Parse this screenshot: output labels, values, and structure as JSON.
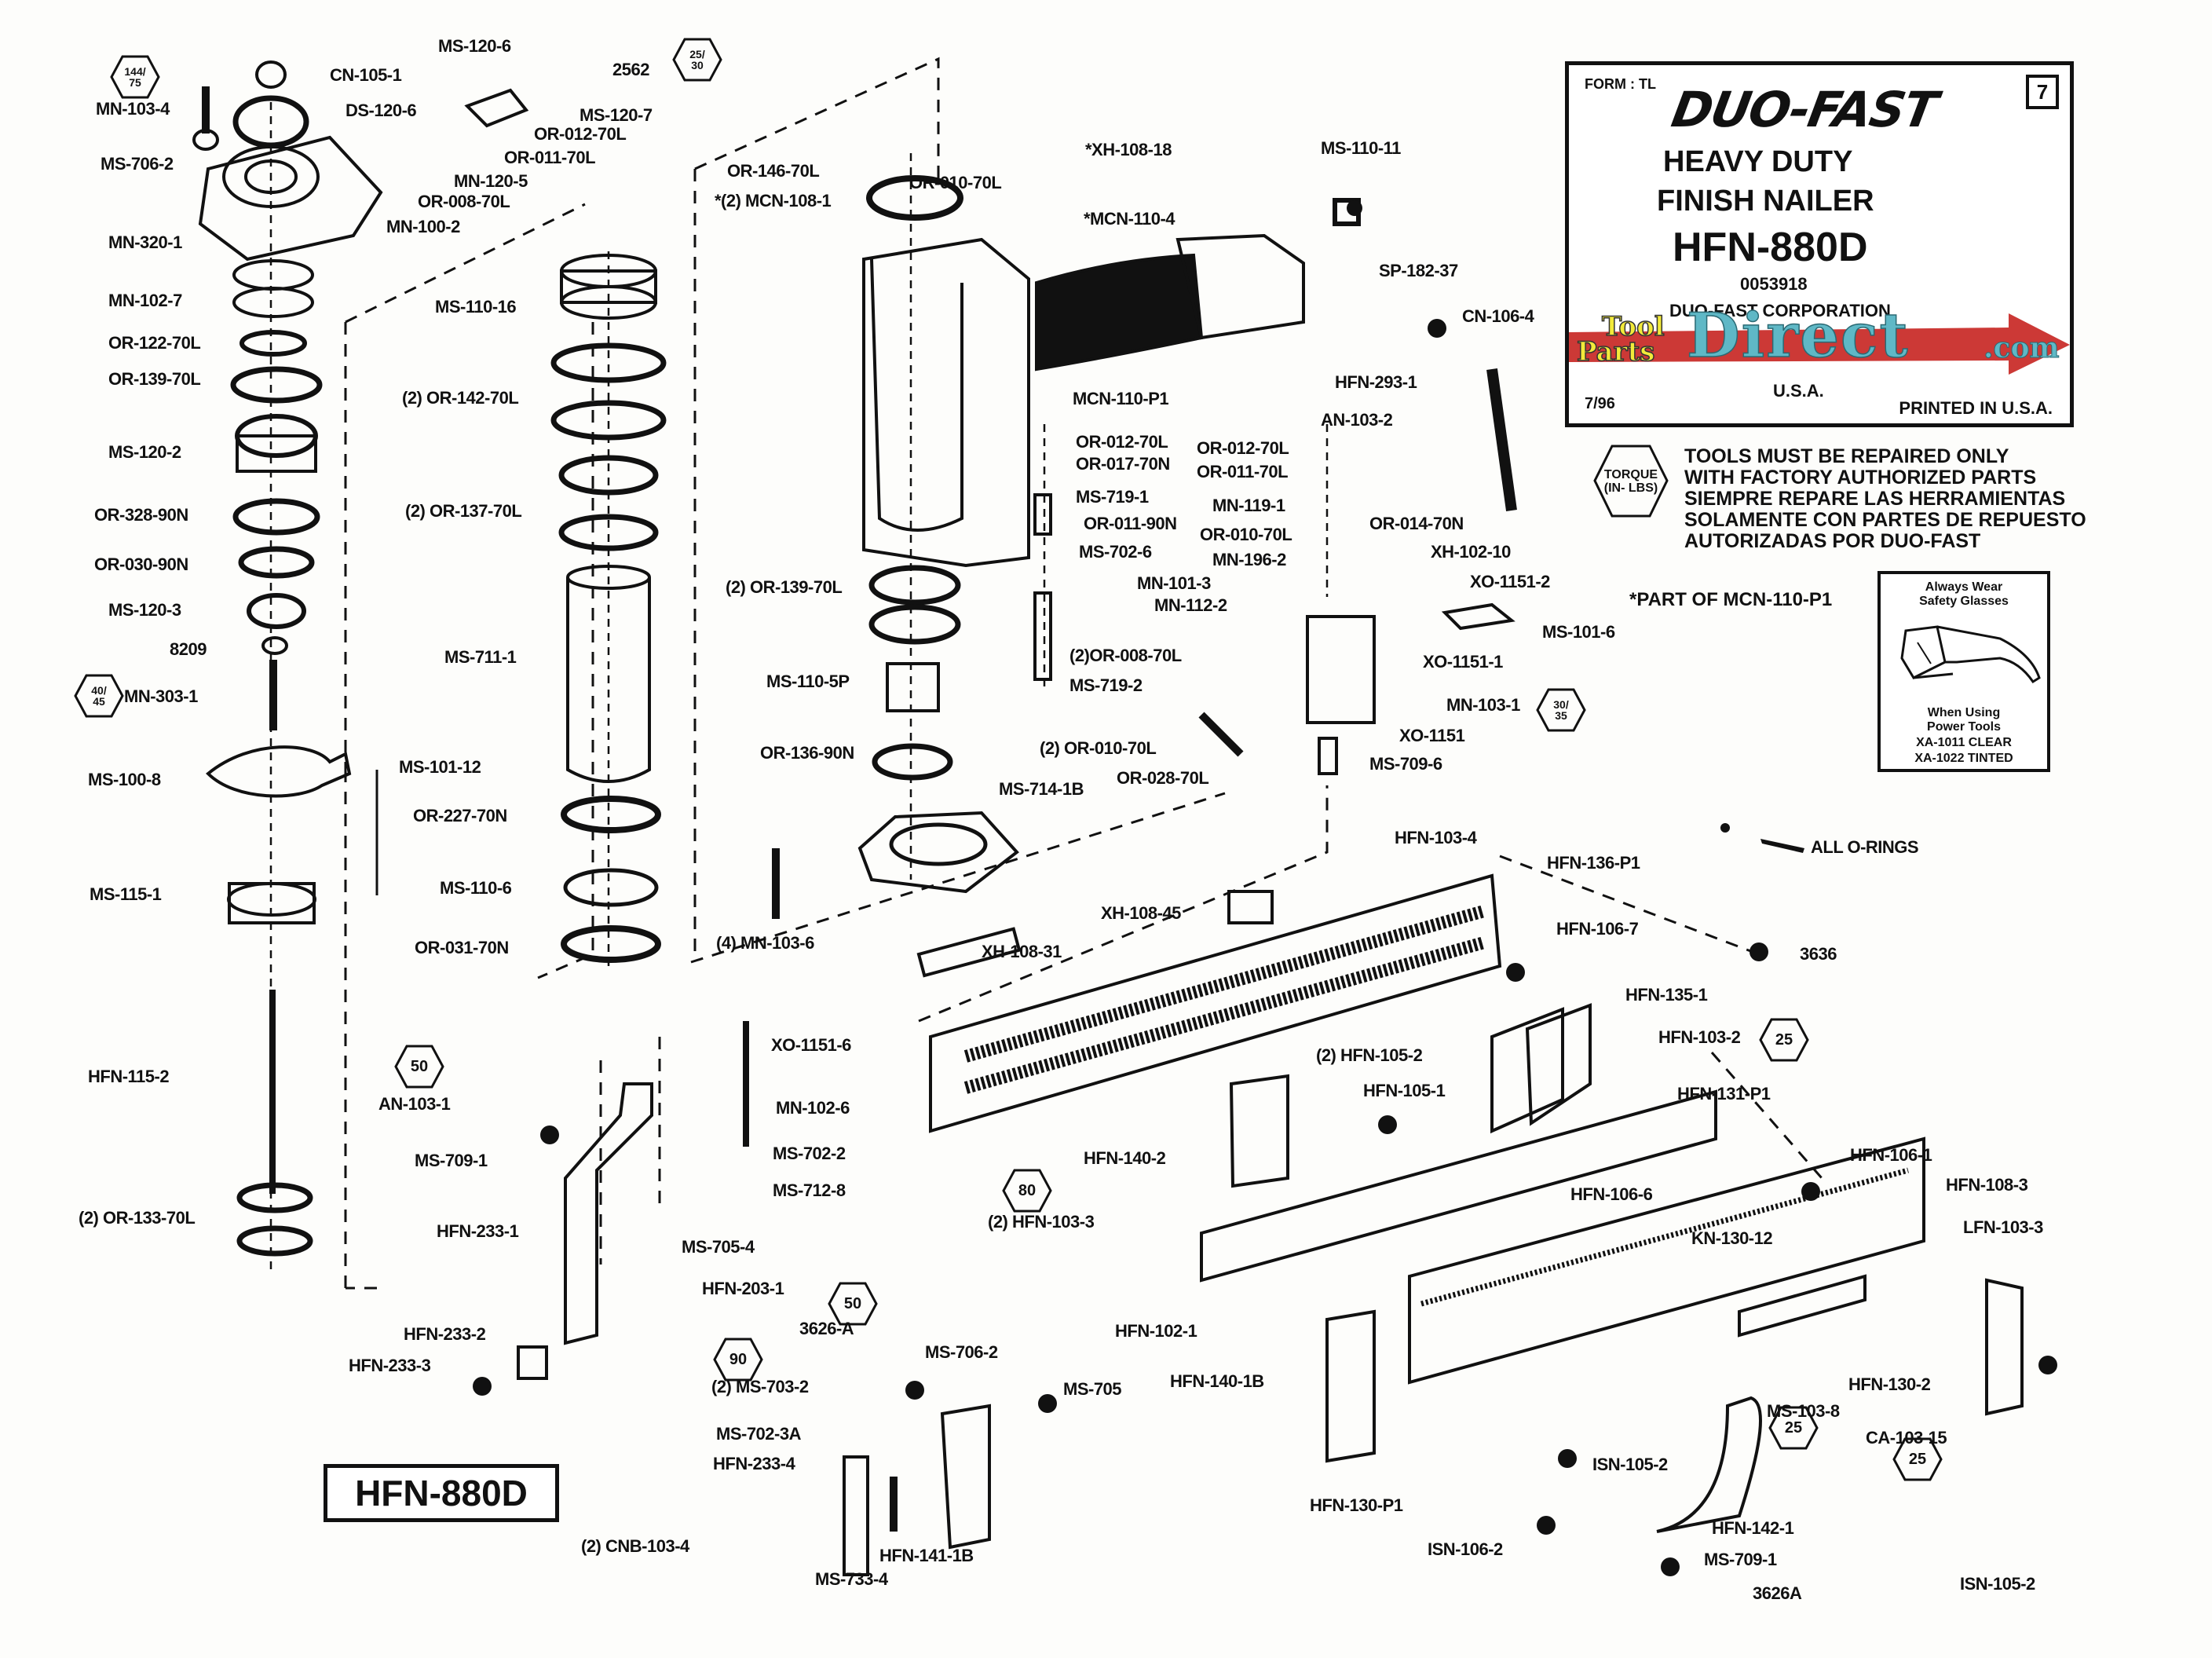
{
  "diagram": {
    "type": "exploded-parts-diagram",
    "model_box": "HFN-880D",
    "title_block": {
      "form": "FORM : TL",
      "sheet_number": "7",
      "brand": "DUO-FAST",
      "line1": "HEAVY DUTY",
      "line2": "FINISH NAILER",
      "model": "HFN-880D",
      "code": "0053918",
      "corporation": "DUO-FAST CORPORATION",
      "country": "U.S.A.",
      "date": "7/96",
      "printed": "PRINTED IN U.S.A."
    },
    "watermark": {
      "tool": "Tool",
      "parts": "Parts",
      "direct": "Direct",
      "com": ".com"
    },
    "notice": {
      "torque_hex": [
        "TORQUE",
        "(IN- LBS)"
      ],
      "lines": [
        "TOOLS MUST BE REPAIRED ONLY",
        "WITH FACTORY AUTHORIZED PARTS",
        "SIEMPRE REPARE LAS HERRAMIENTAS",
        "SOLAMENTE CON PARTES DE REPUESTO",
        "AUTORIZADAS POR DUO-FAST"
      ],
      "part_of": "*PART OF MCN-110-P1"
    },
    "safety_box": {
      "top": [
        "Always Wear",
        "Safety Glasses"
      ],
      "bottom": [
        "When Using",
        "Power Tools",
        "XA-1011 CLEAR",
        "XA-1022 TINTED"
      ]
    },
    "all_orings_legend": "ALL O-RINGS",
    "torque_values": [
      {
        "value": "144/\n75"
      },
      {
        "value": "25/\n30"
      },
      {
        "value": "40/\n45"
      },
      {
        "value": "30/\n35"
      },
      {
        "value": "50"
      },
      {
        "value": "50"
      },
      {
        "value": "90"
      },
      {
        "value": "80"
      },
      {
        "value": "25"
      },
      {
        "value": "25"
      },
      {
        "value": "25"
      }
    ],
    "parts": [
      {
        "label": "MN-103-4"
      },
      {
        "label": "CN-105-1"
      },
      {
        "label": "MS-120-6"
      },
      {
        "label": "2562"
      },
      {
        "label": "MS-120-7"
      },
      {
        "label": "DS-120-6"
      },
      {
        "label": "MS-706-2"
      },
      {
        "label": "OR-012-70L"
      },
      {
        "label": "OR-011-70L"
      },
      {
        "label": "MN-120-5"
      },
      {
        "label": "OR-008-70L"
      },
      {
        "label": "MN-320-1"
      },
      {
        "label": "MN-100-2"
      },
      {
        "label": "MN-102-7"
      },
      {
        "label": "OR-122-70L"
      },
      {
        "label": "OR-139-70L"
      },
      {
        "label": "MS-120-2"
      },
      {
        "label": "OR-328-90N"
      },
      {
        "label": "OR-030-90N"
      },
      {
        "label": "MS-120-3"
      },
      {
        "label": "8209"
      },
      {
        "label": "MN-303-1"
      },
      {
        "label": "MS-100-8"
      },
      {
        "label": "MS-101-12"
      },
      {
        "label": "MS-115-1"
      },
      {
        "label": "HFN-115-2"
      },
      {
        "label": "(2) OR-133-70L"
      },
      {
        "label": "MS-110-16"
      },
      {
        "label": "(2) OR-142-70L"
      },
      {
        "label": "(2) OR-137-70L"
      },
      {
        "label": "MS-711-1"
      },
      {
        "label": "OR-227-70N"
      },
      {
        "label": "MS-110-6"
      },
      {
        "label": "OR-031-70N"
      },
      {
        "label": "OR-146-70L"
      },
      {
        "label": "*(2) MCN-108-1"
      },
      {
        "label": "OR-010-70L"
      },
      {
        "label": "*XH-108-18"
      },
      {
        "label": "*MCN-110-4"
      },
      {
        "label": "MS-110-11"
      },
      {
        "label": "SP-182-37"
      },
      {
        "label": "CN-106-4"
      },
      {
        "label": "MCN-110-P1"
      },
      {
        "label": "HFN-293-1"
      },
      {
        "label": "AN-103-2"
      },
      {
        "label": "OR-012-70L"
      },
      {
        "label": "OR-017-70N"
      },
      {
        "label": "MS-719-1"
      },
      {
        "label": "OR-011-90N"
      },
      {
        "label": "MS-702-6"
      },
      {
        "label": "(2)OR-008-70L"
      },
      {
        "label": "MS-719-2"
      },
      {
        "label": "OR-012-70L"
      },
      {
        "label": "OR-011-70L"
      },
      {
        "label": "MN-119-1"
      },
      {
        "label": "OR-010-70L"
      },
      {
        "label": "MN-196-2"
      },
      {
        "label": "OR-014-70N"
      },
      {
        "label": "XH-102-10"
      },
      {
        "label": "XO-1151-2"
      },
      {
        "label": "MS-101-6"
      },
      {
        "label": "XO-1151-1"
      },
      {
        "label": "MN-101-3"
      },
      {
        "label": "MN-112-2"
      },
      {
        "label": "MN-103-1"
      },
      {
        "label": "XO-1151"
      },
      {
        "label": "MS-709-6"
      },
      {
        "label": "(2) OR-010-70L"
      },
      {
        "label": "OR-028-70L"
      },
      {
        "label": "(2) OR-139-70L"
      },
      {
        "label": "MS-110-5P"
      },
      {
        "label": "OR-136-90N"
      },
      {
        "label": "MS-714-1B"
      },
      {
        "label": "(4) MN-103-6"
      },
      {
        "label": "HFN-103-4"
      },
      {
        "label": "HFN-136-P1"
      },
      {
        "label": "XH-108-45"
      },
      {
        "label": "XH-108-31"
      },
      {
        "label": "HFN-106-7"
      },
      {
        "label": "3636"
      },
      {
        "label": "HFN-135-1"
      },
      {
        "label": "HFN-103-2"
      },
      {
        "label": "HFN-131-P1"
      },
      {
        "label": "(2) HFN-105-2"
      },
      {
        "label": "HFN-105-1"
      },
      {
        "label": "HFN-140-2"
      },
      {
        "label": "HFN-106-1"
      },
      {
        "label": "HFN-108-3"
      },
      {
        "label": "HFN-106-6"
      },
      {
        "label": "KN-130-12"
      },
      {
        "label": "(2) HFN-103-3"
      },
      {
        "label": "LFN-103-3"
      },
      {
        "label": "HFN-102-1"
      },
      {
        "label": "HFN-140-1B"
      },
      {
        "label": "HFN-130-2"
      },
      {
        "label": "MS-103-8"
      },
      {
        "label": "CA-103-15"
      },
      {
        "label": "ISN-105-2"
      },
      {
        "label": "HFN-130-P1"
      },
      {
        "label": "HFN-142-1"
      },
      {
        "label": "ISN-106-2"
      },
      {
        "label": "MS-709-1"
      },
      {
        "label": "3626A"
      },
      {
        "label": "ISN-105-2"
      },
      {
        "label": "XO-1151-6"
      },
      {
        "label": "MN-102-6"
      },
      {
        "label": "MS-702-2"
      },
      {
        "label": "MS-712-8"
      },
      {
        "label": "MS-705-4"
      },
      {
        "label": "AN-103-1"
      },
      {
        "label": "MS-709-1"
      },
      {
        "label": "HFN-233-1"
      },
      {
        "label": "HFN-203-1"
      },
      {
        "label": "HFN-233-2"
      },
      {
        "label": "HFN-233-3"
      },
      {
        "label": "3626-A"
      },
      {
        "label": "MS-706-2"
      },
      {
        "label": "(2) MS-703-2"
      },
      {
        "label": "MS-705"
      },
      {
        "label": "MS-702-3A"
      },
      {
        "label": "HFN-233-4"
      },
      {
        "label": "(2) CNB-103-4"
      },
      {
        "label": "HFN-141-1B"
      },
      {
        "label": "MS-733-4"
      }
    ]
  }
}
